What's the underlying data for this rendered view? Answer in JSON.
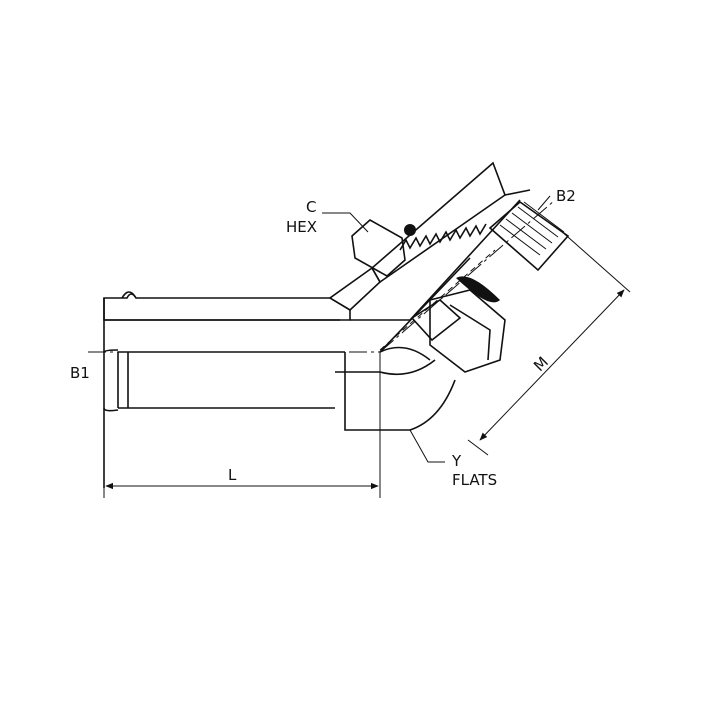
{
  "labels": {
    "c": "C",
    "hex": "HEX",
    "b2": "B2",
    "b1": "B1",
    "m": "M",
    "l": "L",
    "y": "Y",
    "flats": "FLATS"
  },
  "colors": {
    "line": "#111111",
    "background": "#ffffff"
  }
}
